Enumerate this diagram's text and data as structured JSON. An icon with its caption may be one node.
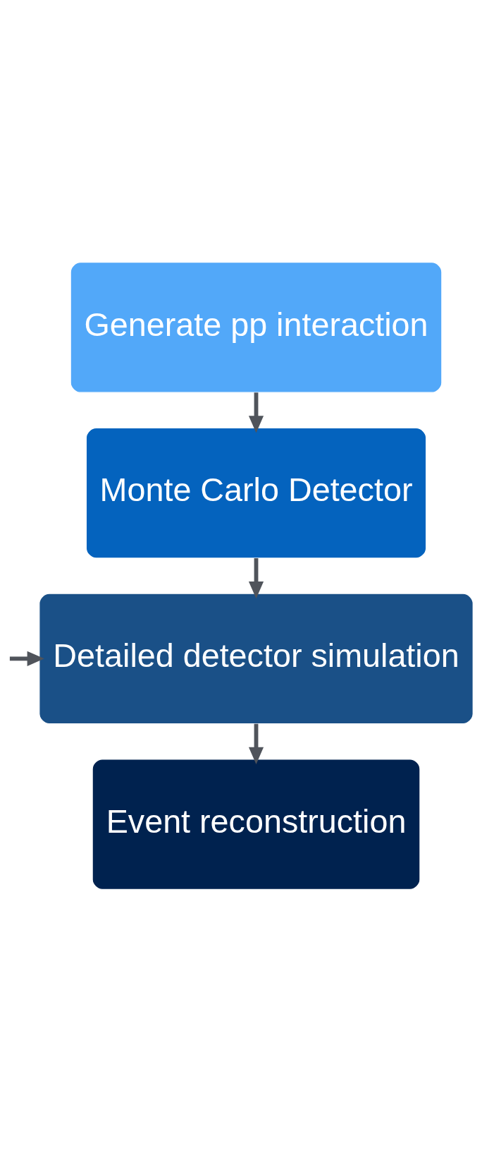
{
  "diagram": {
    "nodes": [
      {
        "text": [
          "Generate pp interaction"
        ]
      },
      {
        "text": [
          "Monte Carlo Detector"
        ]
      },
      {
        "text": [
          "Detailed detector simulation"
        ]
      },
      {
        "text": [
          "Event reconstruction"
        ]
      }
    ],
    "edges": [
      {
        "from": 0,
        "to": 1,
        "arrow": "to"
      },
      {
        "from": 1,
        "to": 2,
        "arrow": "to"
      },
      {
        "from": 2,
        "to": 3,
        "arrow": "to"
      },
      {
        "from": null,
        "to": 2,
        "arrow": "to"
      }
    ]
  }
}
